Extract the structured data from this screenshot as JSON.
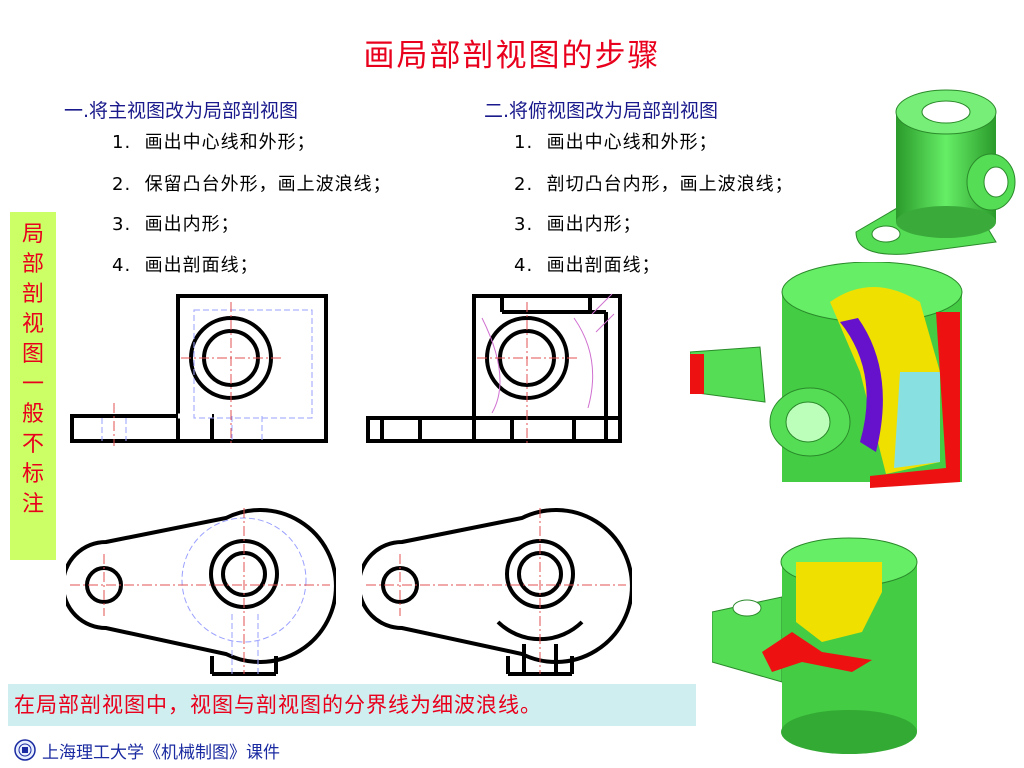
{
  "title": "画局部剖视图的步骤",
  "section1": {
    "heading": "一.将主视图改为局部剖视图",
    "steps": [
      {
        "num": "1.",
        "text": "画出中心线和外形；"
      },
      {
        "num": "2.",
        "text": "保留凸台外形，画上波浪线；"
      },
      {
        "num": "3.",
        "text": "画出内形；"
      },
      {
        "num": "4.",
        "text": "画出剖面线；"
      }
    ]
  },
  "section2": {
    "heading": "二.将俯视图改为局部剖视图",
    "steps": [
      {
        "num": "1.",
        "text": "画出中心线和外形；"
      },
      {
        "num": "2.",
        "text": "剖切凸台内形，画上波浪线；"
      },
      {
        "num": "3.",
        "text": "画出内形；"
      },
      {
        "num": "4.",
        "text": "画出剖面线；"
      }
    ]
  },
  "side_note": [
    "局",
    "部",
    "剖",
    "视",
    "图",
    "一",
    "般",
    "不",
    "标",
    "注"
  ],
  "bottom_note": "在局部剖视图中，视图与剖视图的分界线为细波浪线。",
  "footer": {
    "text": "上海理工大学《机械制图》课件",
    "logo_icon": "university-seal-icon"
  },
  "colors": {
    "title": "#e8001c",
    "heading": "#1a1a8c",
    "side_note_bg": "#ccff66",
    "bottom_note_bg": "#cfeef0",
    "model_green": "#55dd55",
    "section_red": "#ee1111",
    "section_yellow": "#f0e000",
    "section_cyan": "#88e0e0",
    "section_purple": "#6611cc"
  }
}
